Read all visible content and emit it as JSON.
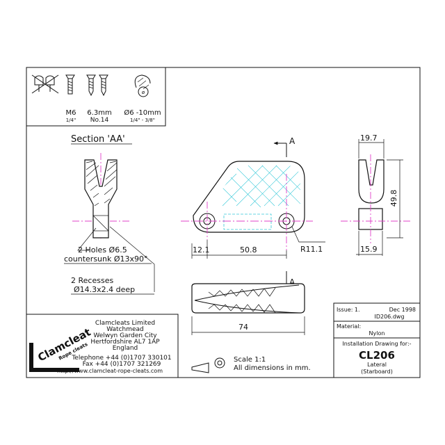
{
  "fixings": {
    "items": [
      {
        "icon": "crossed-out-rivet-icon",
        "size": "",
        "inch": ""
      },
      {
        "icon": "machine-screw-icon",
        "size": "M6",
        "inch": "1/4\""
      },
      {
        "icon": "wood-screw-icon",
        "size": "6.3mm",
        "inch": "No.14"
      },
      {
        "icon": "rope-icon",
        "size": "Ø6 -10mm",
        "inch": "1/4\" - 3/8\""
      }
    ]
  },
  "section": {
    "title": "Section 'AA'",
    "holes": "2 Holes Ø6.5",
    "countersunk": "countersunk Ø13x90°",
    "recesses": "2 Recesses",
    "recess_size": "Ø14.3x2.4 deep"
  },
  "section_marker": "A",
  "dimensions": {
    "left_offset": "12.1",
    "hole_spacing": "50.8",
    "radius": "R11.1",
    "top_width": "19.7",
    "height": "49.8",
    "base_width": "15.9",
    "length": "74"
  },
  "company": {
    "name": "Clamcleats Limited",
    "address1": "Watchmead",
    "address2": "Welwyn Garden City",
    "address3": "Hertfordshire AL7 1AP",
    "country": "England",
    "telephone": "Telephone +44 (0)1707 330101",
    "fax": "Fax +44 (0)1707 321269",
    "web": "http://www.clamcleat-rope-cleats.com",
    "logo_text": "Clamcleat",
    "logo_sub": "Rope cleats"
  },
  "scale": {
    "scale": "Scale 1:1",
    "units": "All dimensions in mm."
  },
  "titleblock": {
    "issue_label": "Issue: 1.",
    "date": "Dec 1998",
    "file": "ID206.dwg",
    "material_label": "Material:",
    "material": "Nylon",
    "drawing_for": "Installation Drawing for:-",
    "model": "CL206",
    "variant1": "Lateral",
    "variant2": "(Starboard)"
  }
}
